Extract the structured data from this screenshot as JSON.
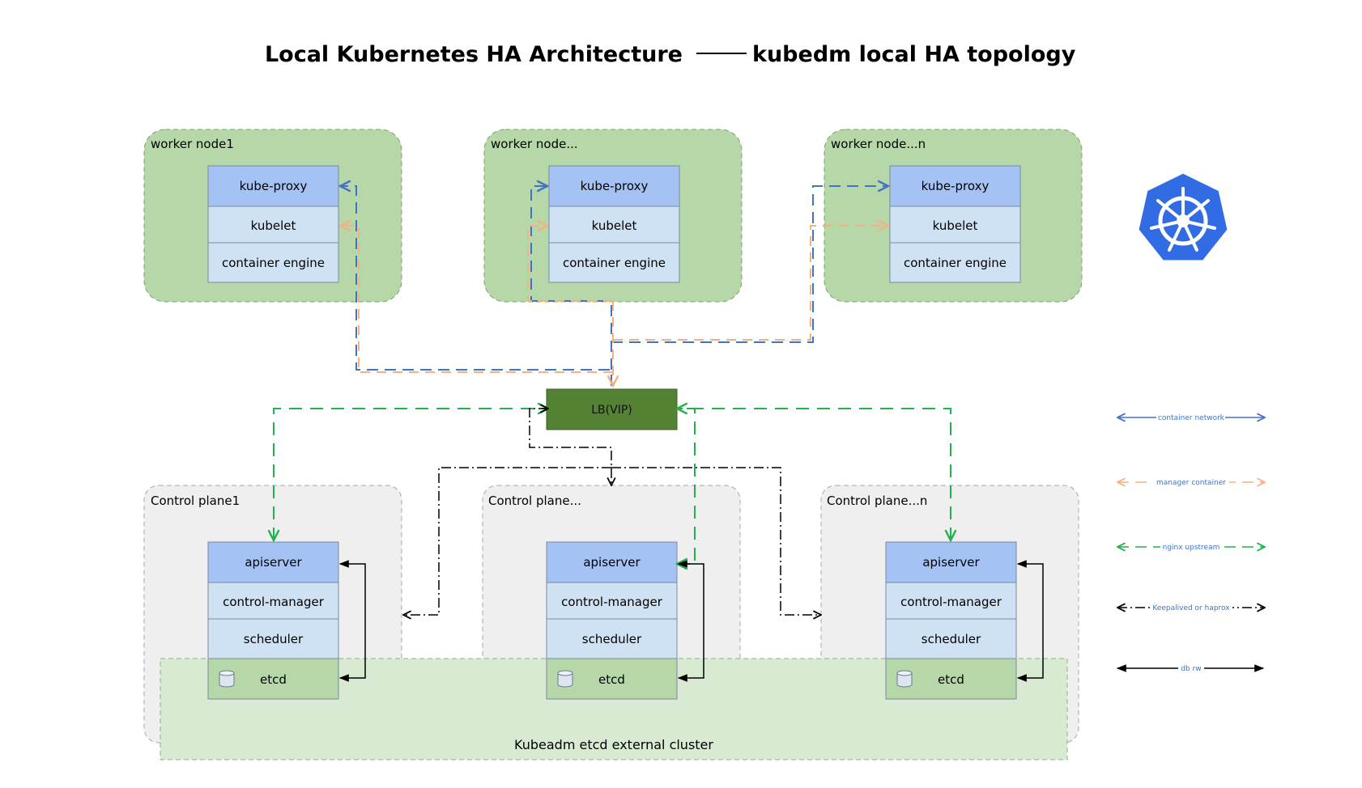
{
  "title": {
    "left": "Local Kubernetes HA Architecture",
    "right": "kubedm local HA topology"
  },
  "workers": [
    {
      "label": "worker node1",
      "components": [
        "kube-proxy",
        "kubelet",
        "container engine"
      ]
    },
    {
      "label": "worker node...",
      "components": [
        "kube-proxy",
        "kubelet",
        "container engine"
      ]
    },
    {
      "label": "worker node...n",
      "components": [
        "kube-proxy",
        "kubelet",
        "container engine"
      ]
    }
  ],
  "control_planes": [
    {
      "label": "Control plane1",
      "components": [
        "apiserver",
        "control-manager",
        "scheduler",
        "etcd"
      ]
    },
    {
      "label": "Control plane...",
      "components": [
        "apiserver",
        "control-manager",
        "scheduler",
        "etcd"
      ]
    },
    {
      "label": "Control plane...n",
      "components": [
        "apiserver",
        "control-manager",
        "scheduler",
        "etcd"
      ]
    }
  ],
  "lb": {
    "label": "LB(VIP)"
  },
  "etcd_cluster": {
    "label": "Kubeadm etcd external cluster"
  },
  "legend": [
    {
      "label": "container network",
      "color": "#4472c4",
      "style": "solid"
    },
    {
      "label": "manager container",
      "color": "#f4b183",
      "style": "dashed"
    },
    {
      "label": "nginx upstream",
      "color": "#22b14c",
      "style": "dashed"
    },
    {
      "label": "Keepalived or haprox",
      "color": "#000000",
      "style": "dashdot"
    },
    {
      "label": "db rw",
      "color": "#000000",
      "style": "solid"
    }
  ],
  "colors": {
    "node_group_fill": "#b6d7a8",
    "control_group_fill": "#efefef",
    "component_blue": "#a4c2f4",
    "component_light": "#cfe2f3",
    "etcd_green": "#b6d7a8",
    "lb_fill": "#548235",
    "etcd_cluster_fill": "#d9ead3",
    "kubernetes_blue": "#326ce5"
  },
  "icons": {
    "logo": "kubernetes-helm-icon",
    "db": "database-cylinder-icon"
  }
}
